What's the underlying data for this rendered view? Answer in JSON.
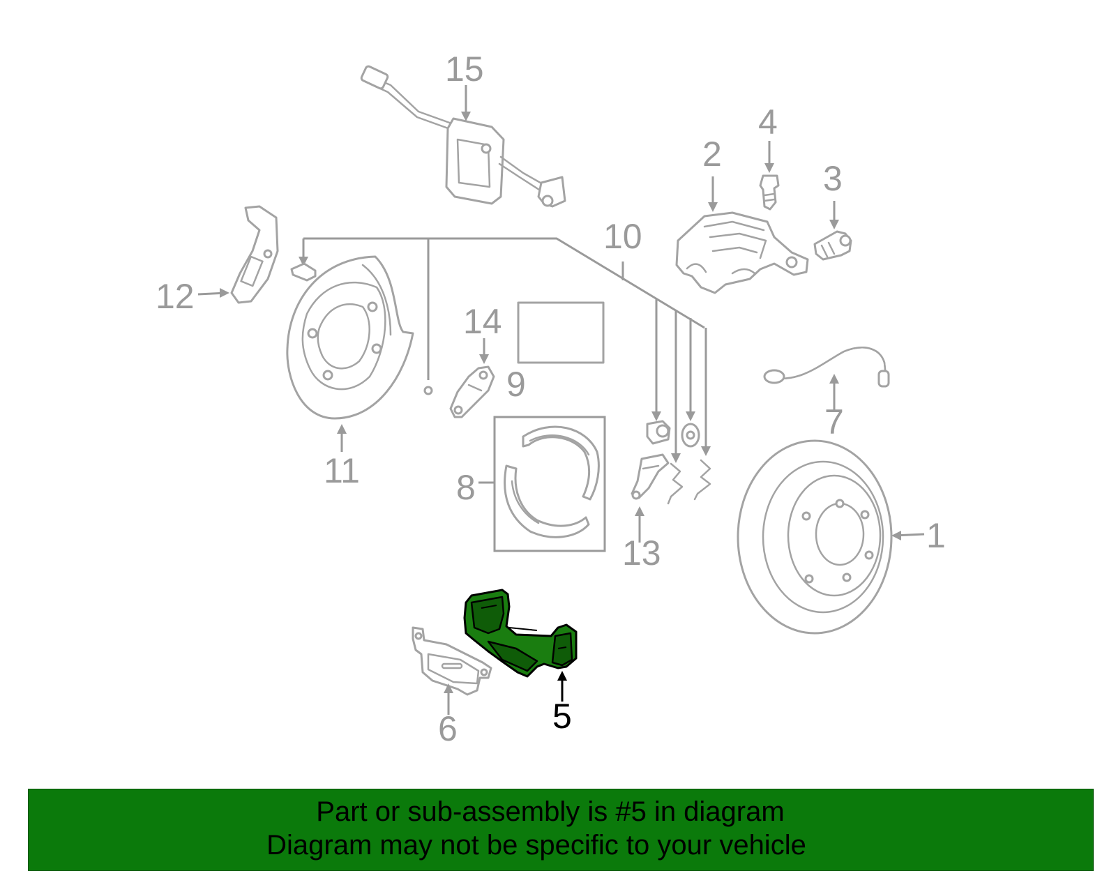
{
  "diagram": {
    "callouts": [
      {
        "id": "1",
        "label": "1"
      },
      {
        "id": "2",
        "label": "2"
      },
      {
        "id": "3",
        "label": "3"
      },
      {
        "id": "4",
        "label": "4"
      },
      {
        "id": "5",
        "label": "5",
        "highlighted": true
      },
      {
        "id": "6",
        "label": "6"
      },
      {
        "id": "7",
        "label": "7"
      },
      {
        "id": "8",
        "label": "8"
      },
      {
        "id": "9",
        "label": "9"
      },
      {
        "id": "10",
        "label": "10"
      },
      {
        "id": "11",
        "label": "11"
      },
      {
        "id": "12",
        "label": "12"
      },
      {
        "id": "13",
        "label": "13"
      },
      {
        "id": "14",
        "label": "14"
      },
      {
        "id": "15",
        "label": "15"
      }
    ],
    "highlight_color": "#1a7d10",
    "part_color": "#a3a3a3"
  },
  "banner": {
    "line1": "Part or sub-assembly is #5 in diagram",
    "line2": "Diagram may not be specific to your vehicle",
    "background": "#0b7a0b"
  }
}
